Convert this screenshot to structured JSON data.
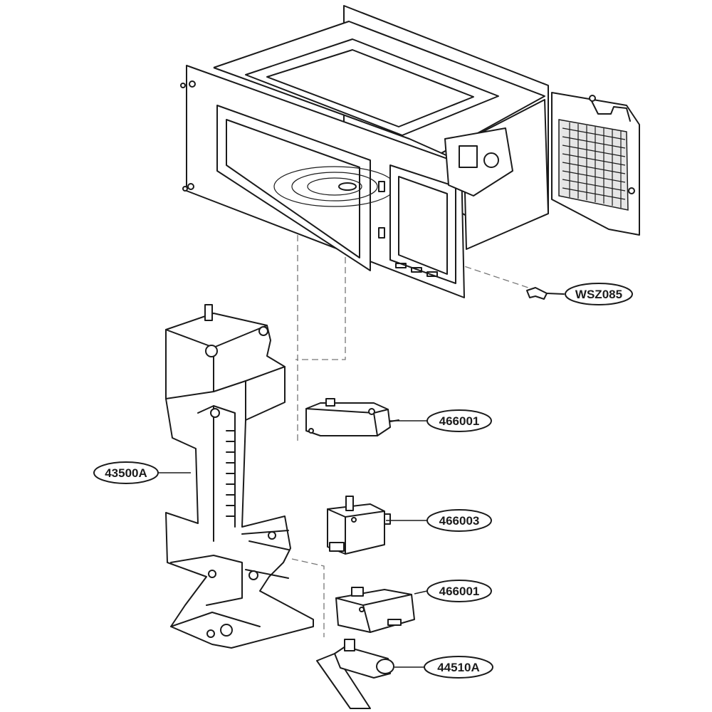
{
  "callouts": [
    {
      "id": "wsz085",
      "text": "WSZ085"
    },
    {
      "id": "466001-top",
      "text": "466001"
    },
    {
      "id": "43500a",
      "text": "43500A"
    },
    {
      "id": "466003",
      "text": "466003"
    },
    {
      "id": "466001-bottom",
      "text": "466001"
    },
    {
      "id": "44510a",
      "text": "44510A"
    }
  ]
}
